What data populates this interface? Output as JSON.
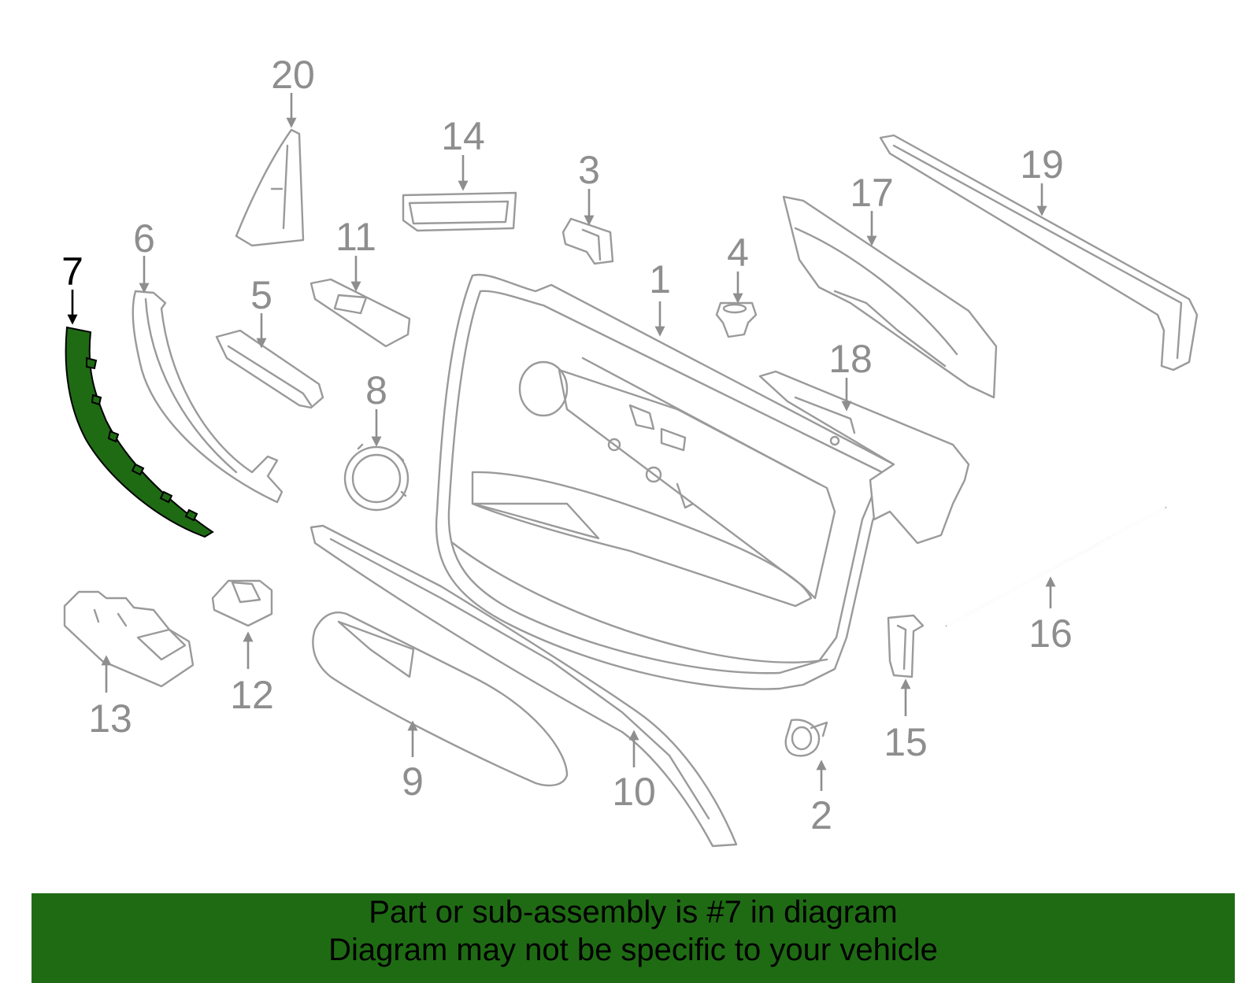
{
  "highlight": {
    "part_number": "7",
    "color": "#1f6b14"
  },
  "callouts": [
    "1",
    "2",
    "3",
    "4",
    "5",
    "6",
    "7",
    "8",
    "9",
    "10",
    "11",
    "12",
    "13",
    "14",
    "15",
    "16",
    "17",
    "18",
    "19",
    "20"
  ],
  "banner": {
    "line1": "Part or sub-assembly is #7 in diagram",
    "line2": "Diagram may not be specific to your vehicle",
    "background": "#1f6b14"
  }
}
